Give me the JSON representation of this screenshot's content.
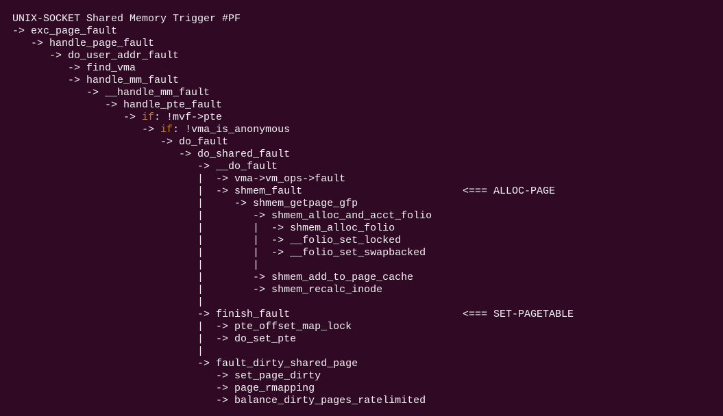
{
  "title": "UNIX-SOCKET Shared Memory Trigger #PF",
  "colors": {
    "background": "#300a24",
    "text": "#f2f2f2",
    "keyword": "#c4800f"
  },
  "lines": [
    {
      "text": "-> exc_page_fault"
    },
    {
      "text": "   -> handle_page_fault"
    },
    {
      "text": "      -> do_user_addr_fault"
    },
    {
      "text": "         -> find_vma"
    },
    {
      "text": "         -> handle_mm_fault"
    },
    {
      "text": "            -> __handle_mm_fault"
    },
    {
      "text": "               -> handle_pte_fault"
    },
    {
      "text": "                  -> ",
      "kw": "if",
      "rest": ": !mvf->pte"
    },
    {
      "text": "                     -> ",
      "kw": "if",
      "rest": ": !vma_is_anonymous"
    },
    {
      "text": "                        -> do_fault"
    },
    {
      "text": "                           -> do_shared_fault"
    },
    {
      "text": "                              -> __do_fault"
    },
    {
      "text": "                              |  -> vma->vm_ops->fault"
    },
    {
      "text": "                              |  -> shmem_fault",
      "note": "<=== ALLOC-PAGE"
    },
    {
      "text": "                              |     -> shmem_getpage_gfp"
    },
    {
      "text": "                              |        -> shmem_alloc_and_acct_folio"
    },
    {
      "text": "                              |        |  -> shmem_alloc_folio"
    },
    {
      "text": "                              |        |  -> __folio_set_locked"
    },
    {
      "text": "                              |        |  -> __folio_set_swapbacked"
    },
    {
      "text": "                              |        |"
    },
    {
      "text": "                              |        -> shmem_add_to_page_cache"
    },
    {
      "text": "                              |        -> shmem_recalc_inode"
    },
    {
      "text": "                              |"
    },
    {
      "text": "                              -> finish_fault",
      "note": "<=== SET-PAGETABLE"
    },
    {
      "text": "                              |  -> pte_offset_map_lock"
    },
    {
      "text": "                              |  -> do_set_pte"
    },
    {
      "text": "                              |"
    },
    {
      "text": "                              -> fault_dirty_shared_page"
    },
    {
      "text": "                                 -> set_page_dirty"
    },
    {
      "text": "                                 -> page_rmapping"
    },
    {
      "text": "                                 -> balance_dirty_pages_ratelimited"
    }
  ]
}
